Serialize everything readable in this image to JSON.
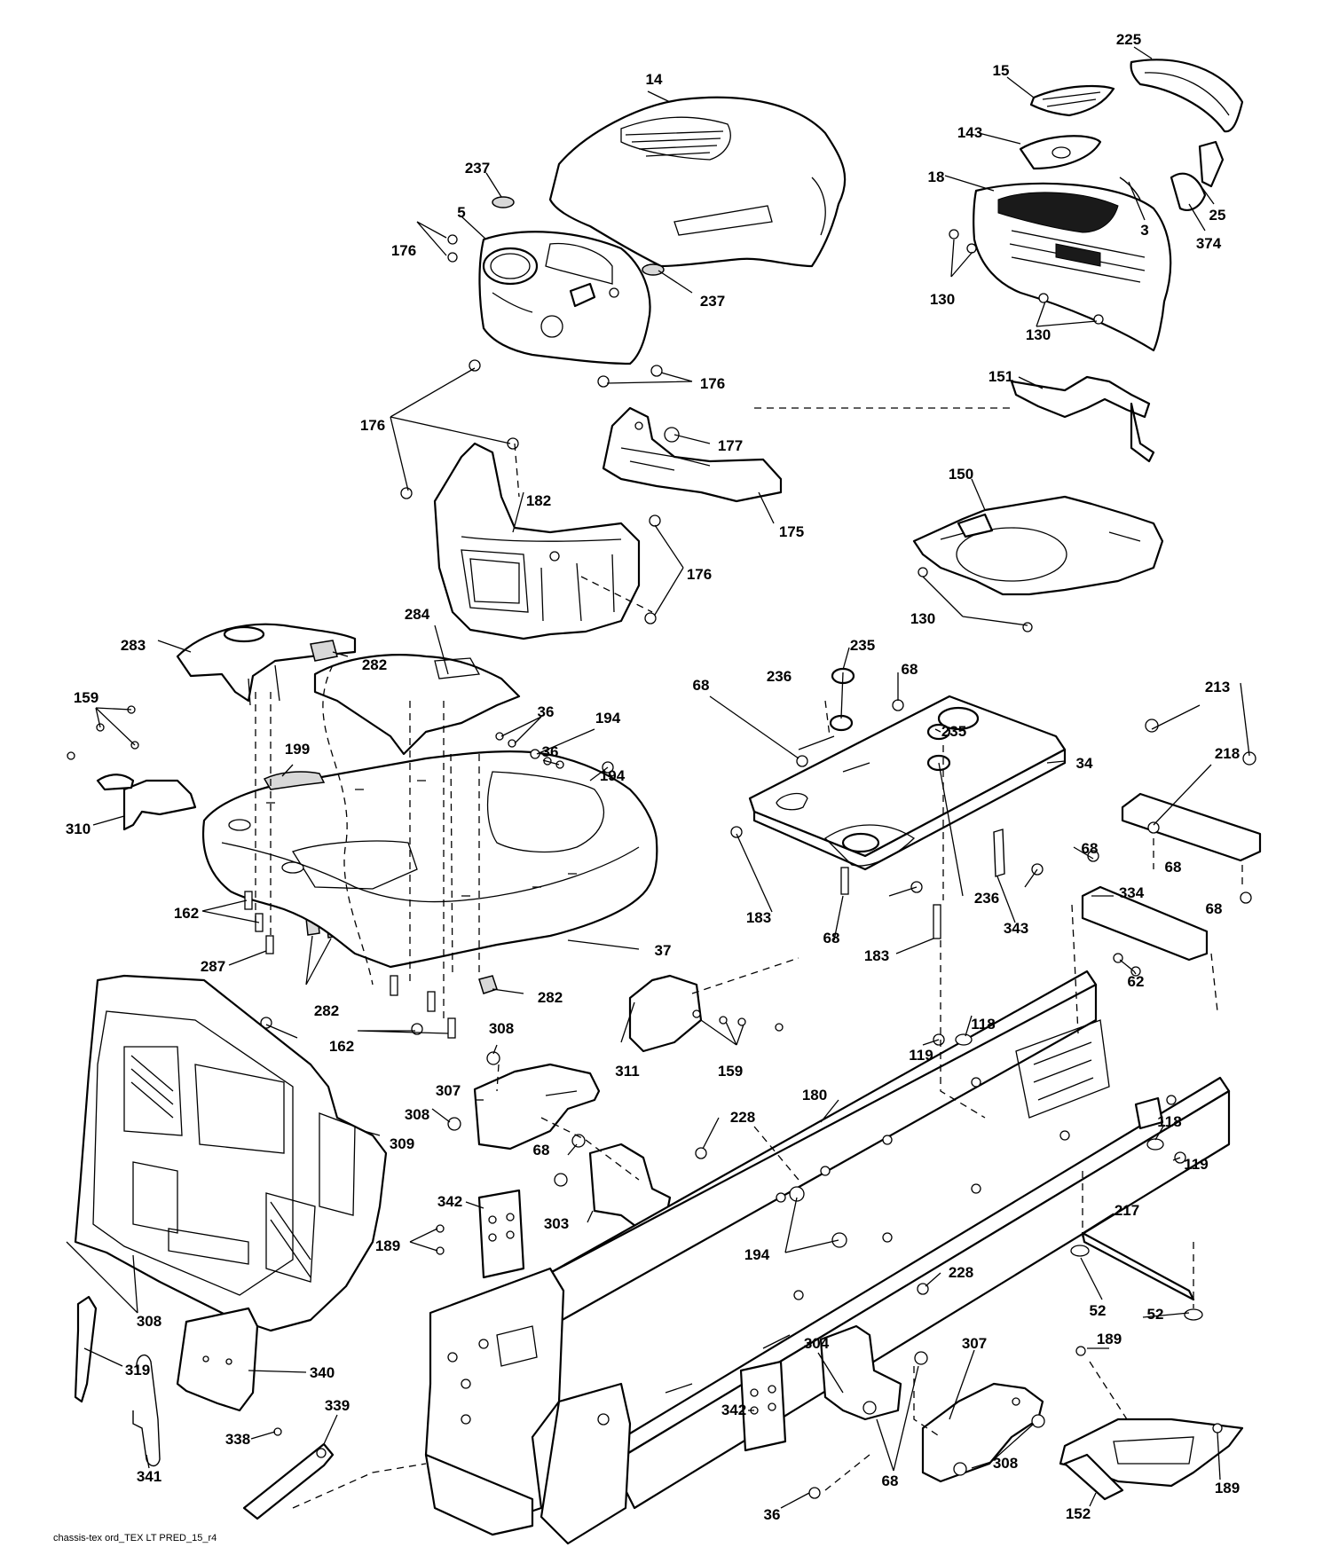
{
  "diagram": {
    "footer_text": "chassis-tex ord_TEX LT PRED_15_r4",
    "callouts": [
      "14",
      "225",
      "15",
      "143",
      "18",
      "3",
      "25",
      "374",
      "237",
      "5",
      "176",
      "237",
      "130",
      "130",
      "176",
      "151",
      "176",
      "177",
      "182",
      "175",
      "150",
      "176",
      "130",
      "284",
      "283",
      "282",
      "235",
      "68",
      "236",
      "68",
      "159",
      "36",
      "194",
      "235",
      "213",
      "218",
      "36",
      "199",
      "194",
      "34",
      "310",
      "68",
      "68",
      "68",
      "162",
      "183",
      "236",
      "334",
      "287",
      "37",
      "183",
      "68",
      "343",
      "282",
      "282",
      "62",
      "162",
      "308",
      "118",
      "119",
      "311",
      "159",
      "307",
      "180",
      "308",
      "309",
      "228",
      "118",
      "119",
      "68",
      "342",
      "303",
      "217",
      "189",
      "194",
      "228",
      "52",
      "308",
      "319",
      "189",
      "304",
      "307",
      "52",
      "340",
      "339",
      "341",
      "338",
      "342",
      "68",
      "308",
      "36",
      "152",
      "189"
    ]
  }
}
